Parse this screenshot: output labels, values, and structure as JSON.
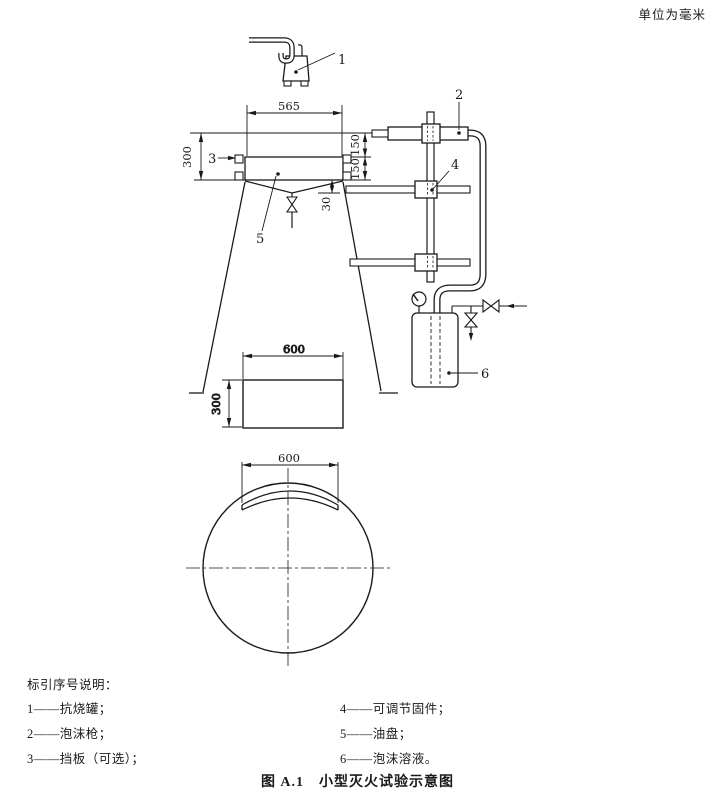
{
  "unit_note": "单位为毫米",
  "caption": "图 A.1　小型灭火试验示意图",
  "legend": {
    "heading": "标引序号说明：",
    "left": [
      "1——抗烧罐；",
      "2——泡沫枪；",
      "3——挡板（可选）；"
    ],
    "right": [
      "4——可调节固件；",
      "5——油盘；",
      "6——泡沫溶液。"
    ]
  },
  "dims": {
    "pan_width": "565",
    "stand_height": "300",
    "upper_gap": "150",
    "lower_gap": "150",
    "funnel_depth": "30",
    "tray_width": "600",
    "tray_height": "300",
    "baffle_width": "600"
  },
  "labels": {
    "l1": "1",
    "l2": "2",
    "l3": "3",
    "l4": "4",
    "l5": "5",
    "l6": "6"
  },
  "colors": {
    "line": "#1a1a1a",
    "background": "#ffffff"
  }
}
